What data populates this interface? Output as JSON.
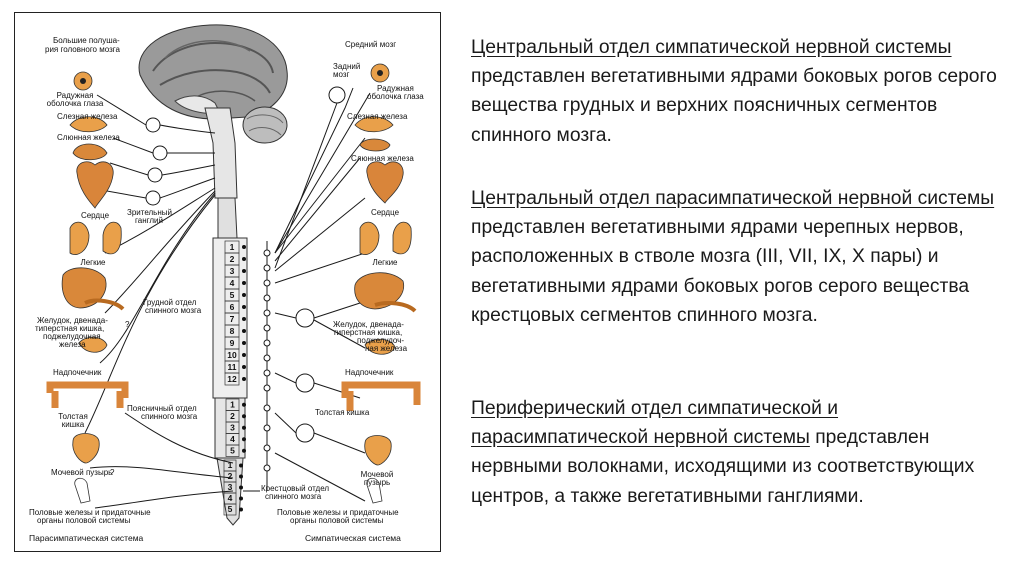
{
  "figure": {
    "left_labels": [
      "Большие полуша-",
      "рия головного мозга",
      "Радужная",
      "оболочка глаза",
      "Слезная железа",
      "Слюнная железа",
      "Зрительный",
      "ганглий",
      "Сердце",
      "Легкие",
      "Желудок, двенада-",
      "типерстная кишка,",
      "поджелудочная",
      "железа",
      "Грудной отдел",
      "спинного мозга",
      "Надпочечник",
      "Толстая",
      "кишка",
      "Поясничный отдел",
      "спинного мозга",
      "Мочевой пузырь",
      "Половые железы и придаточные",
      "органы половой системы"
    ],
    "right_labels": [
      "Средний мозг",
      "Задний",
      "мозг",
      "Радужная",
      "оболочка глаза",
      "Слезная железа",
      "Слюнная железа",
      "Сердце",
      "Легкие",
      "Желудок, двенада-",
      "типерстная кишка,",
      "поджелудоч-",
      "ная железа",
      "Надпочечник",
      "Толстая кишка",
      "Мочевой",
      "пузырь",
      "Крестцовый отдел",
      "спинного мозга",
      "Половые железы и придаточные",
      "органы половой системы"
    ],
    "segment_numbers_thoracic": [
      "1",
      "2",
      "3",
      "4",
      "5",
      "6",
      "7",
      "8",
      "9",
      "10",
      "11",
      "12"
    ],
    "segment_numbers_lumbar": [
      "1",
      "2",
      "3",
      "4",
      "5"
    ],
    "segment_numbers_sacral": [
      "1",
      "2",
      "3",
      "4",
      "5"
    ],
    "question_marks": [
      "?",
      "?"
    ],
    "caption_left": "Парасимпатическая система",
    "caption_right": "Симпатическая система",
    "colors": {
      "organ": "#d98a2e",
      "organ_light": "#f2b870",
      "brain": "#8a8a8a",
      "line": "#1a1a1a"
    }
  },
  "text": {
    "p1_underlined": "Центральный отдел симпатической нервной системы",
    "p1_rest": " представлен вегетативными ядрами боковых рогов серого вещества грудных и верхних поясничных сегментов спинного мозга.",
    "p2_underlined": "Центральный отдел парасимпатической нервной системы",
    "p2_rest": " представлен вегетативными ядрами черепных нервов, расположенных в стволе мозга (III, VII, IX, X пары) и вегетативными ядрами боковых рогов серого вещества крестцовых сегментов спинного мозга.",
    "p3_underlined": "Периферический отдел симпатической и парасимпатической нервной системы",
    "p3_rest": " представлен нервными волокнами, исходящими из соответствующих центров, а также вегетативными ганглиями."
  }
}
